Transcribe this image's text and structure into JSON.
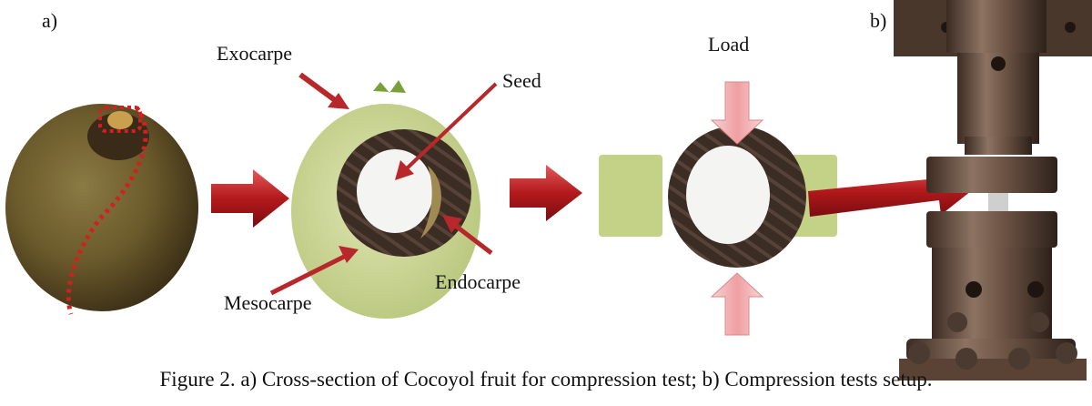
{
  "panel_a_label": "a)",
  "panel_b_label": "b)",
  "labels": {
    "exocarpe": "Exocarpe",
    "seed": "Seed",
    "mesocarpe": "Mesocarpe",
    "endocarpe": "Endocarpe",
    "load": "Load"
  },
  "caption": "Figure 2. a) Cross-section of Cocoyol fruit for compression test; b) Compression tests setup.",
  "colors": {
    "arrow_red": "#b8272a",
    "load_arrow_fill": "#f2b9bb",
    "fruit_skin": "#6e5a2c",
    "mesocarp": "#cbd79a",
    "endocarp": "#3b2c24",
    "seed": "#f4f4f2",
    "steel": "#6d5443"
  }
}
